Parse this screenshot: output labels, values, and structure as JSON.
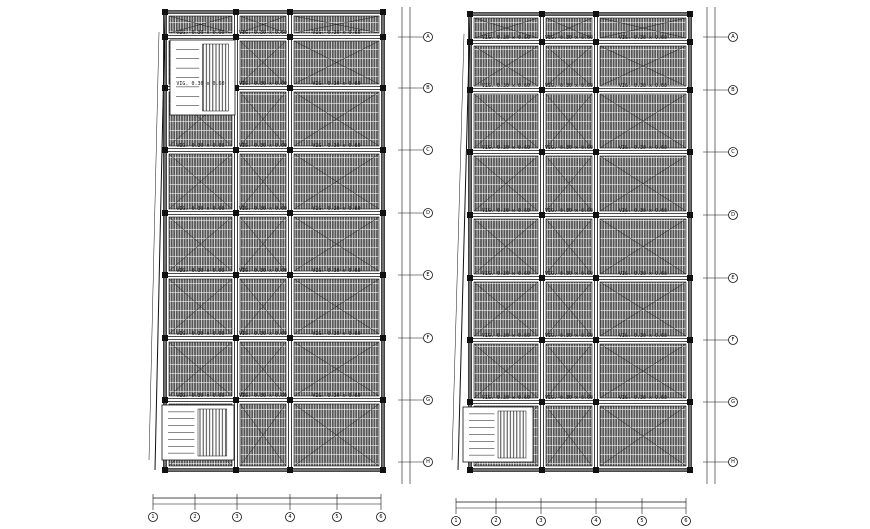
{
  "drawing": {
    "type": "cad-floor-slab-framing-plan",
    "background": "#ffffff",
    "ink": "#111111",
    "plans": [
      {
        "id": "plan-left",
        "bottom_axis_labels": [
          "1",
          "2",
          "3",
          "4",
          "5",
          "6"
        ],
        "right_axis_labels": [
          "A",
          "B",
          "C",
          "D",
          "E",
          "F",
          "G",
          "H"
        ]
      },
      {
        "id": "plan-right",
        "bottom_axis_labels": [
          "1",
          "2",
          "3",
          "4",
          "5",
          "6"
        ],
        "right_axis_labels": [
          "A",
          "B",
          "C",
          "D",
          "E",
          "F",
          "G",
          "H"
        ]
      }
    ],
    "beam_note": "VIG. 0.30 x 0.60"
  }
}
